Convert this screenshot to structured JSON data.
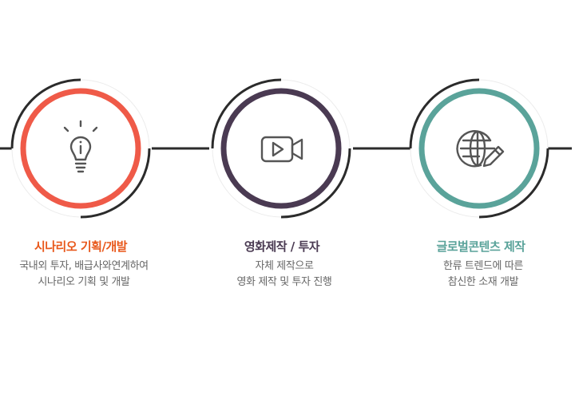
{
  "colors": {
    "connector": "#2b2b2b",
    "shadow": "#e0e0e0",
    "ring_1": "#ef5a48",
    "ring_2": "#4a3a52",
    "ring_3": "#5aa39a",
    "title_1": "#e8571a",
    "title_2": "#4a3a52",
    "title_3": "#5aa39a",
    "icon": "#555555"
  },
  "steps": [
    {
      "icon": "lightbulb-icon",
      "title": "시나리오 기획/개발",
      "desc": [
        "국내외 투자, 배급사와연계하여",
        "시나리오 기획 및 개발"
      ]
    },
    {
      "icon": "video-camera-icon",
      "title": "영화제작 / 투자",
      "desc": [
        "자체 제작으로",
        "영화 제작 및 투자 진행"
      ]
    },
    {
      "icon": "globe-pencil-icon",
      "title": "글로벌콘텐츠 제작",
      "desc": [
        "한류 트렌드에 따른",
        "참신한 소재 개발"
      ]
    }
  ]
}
